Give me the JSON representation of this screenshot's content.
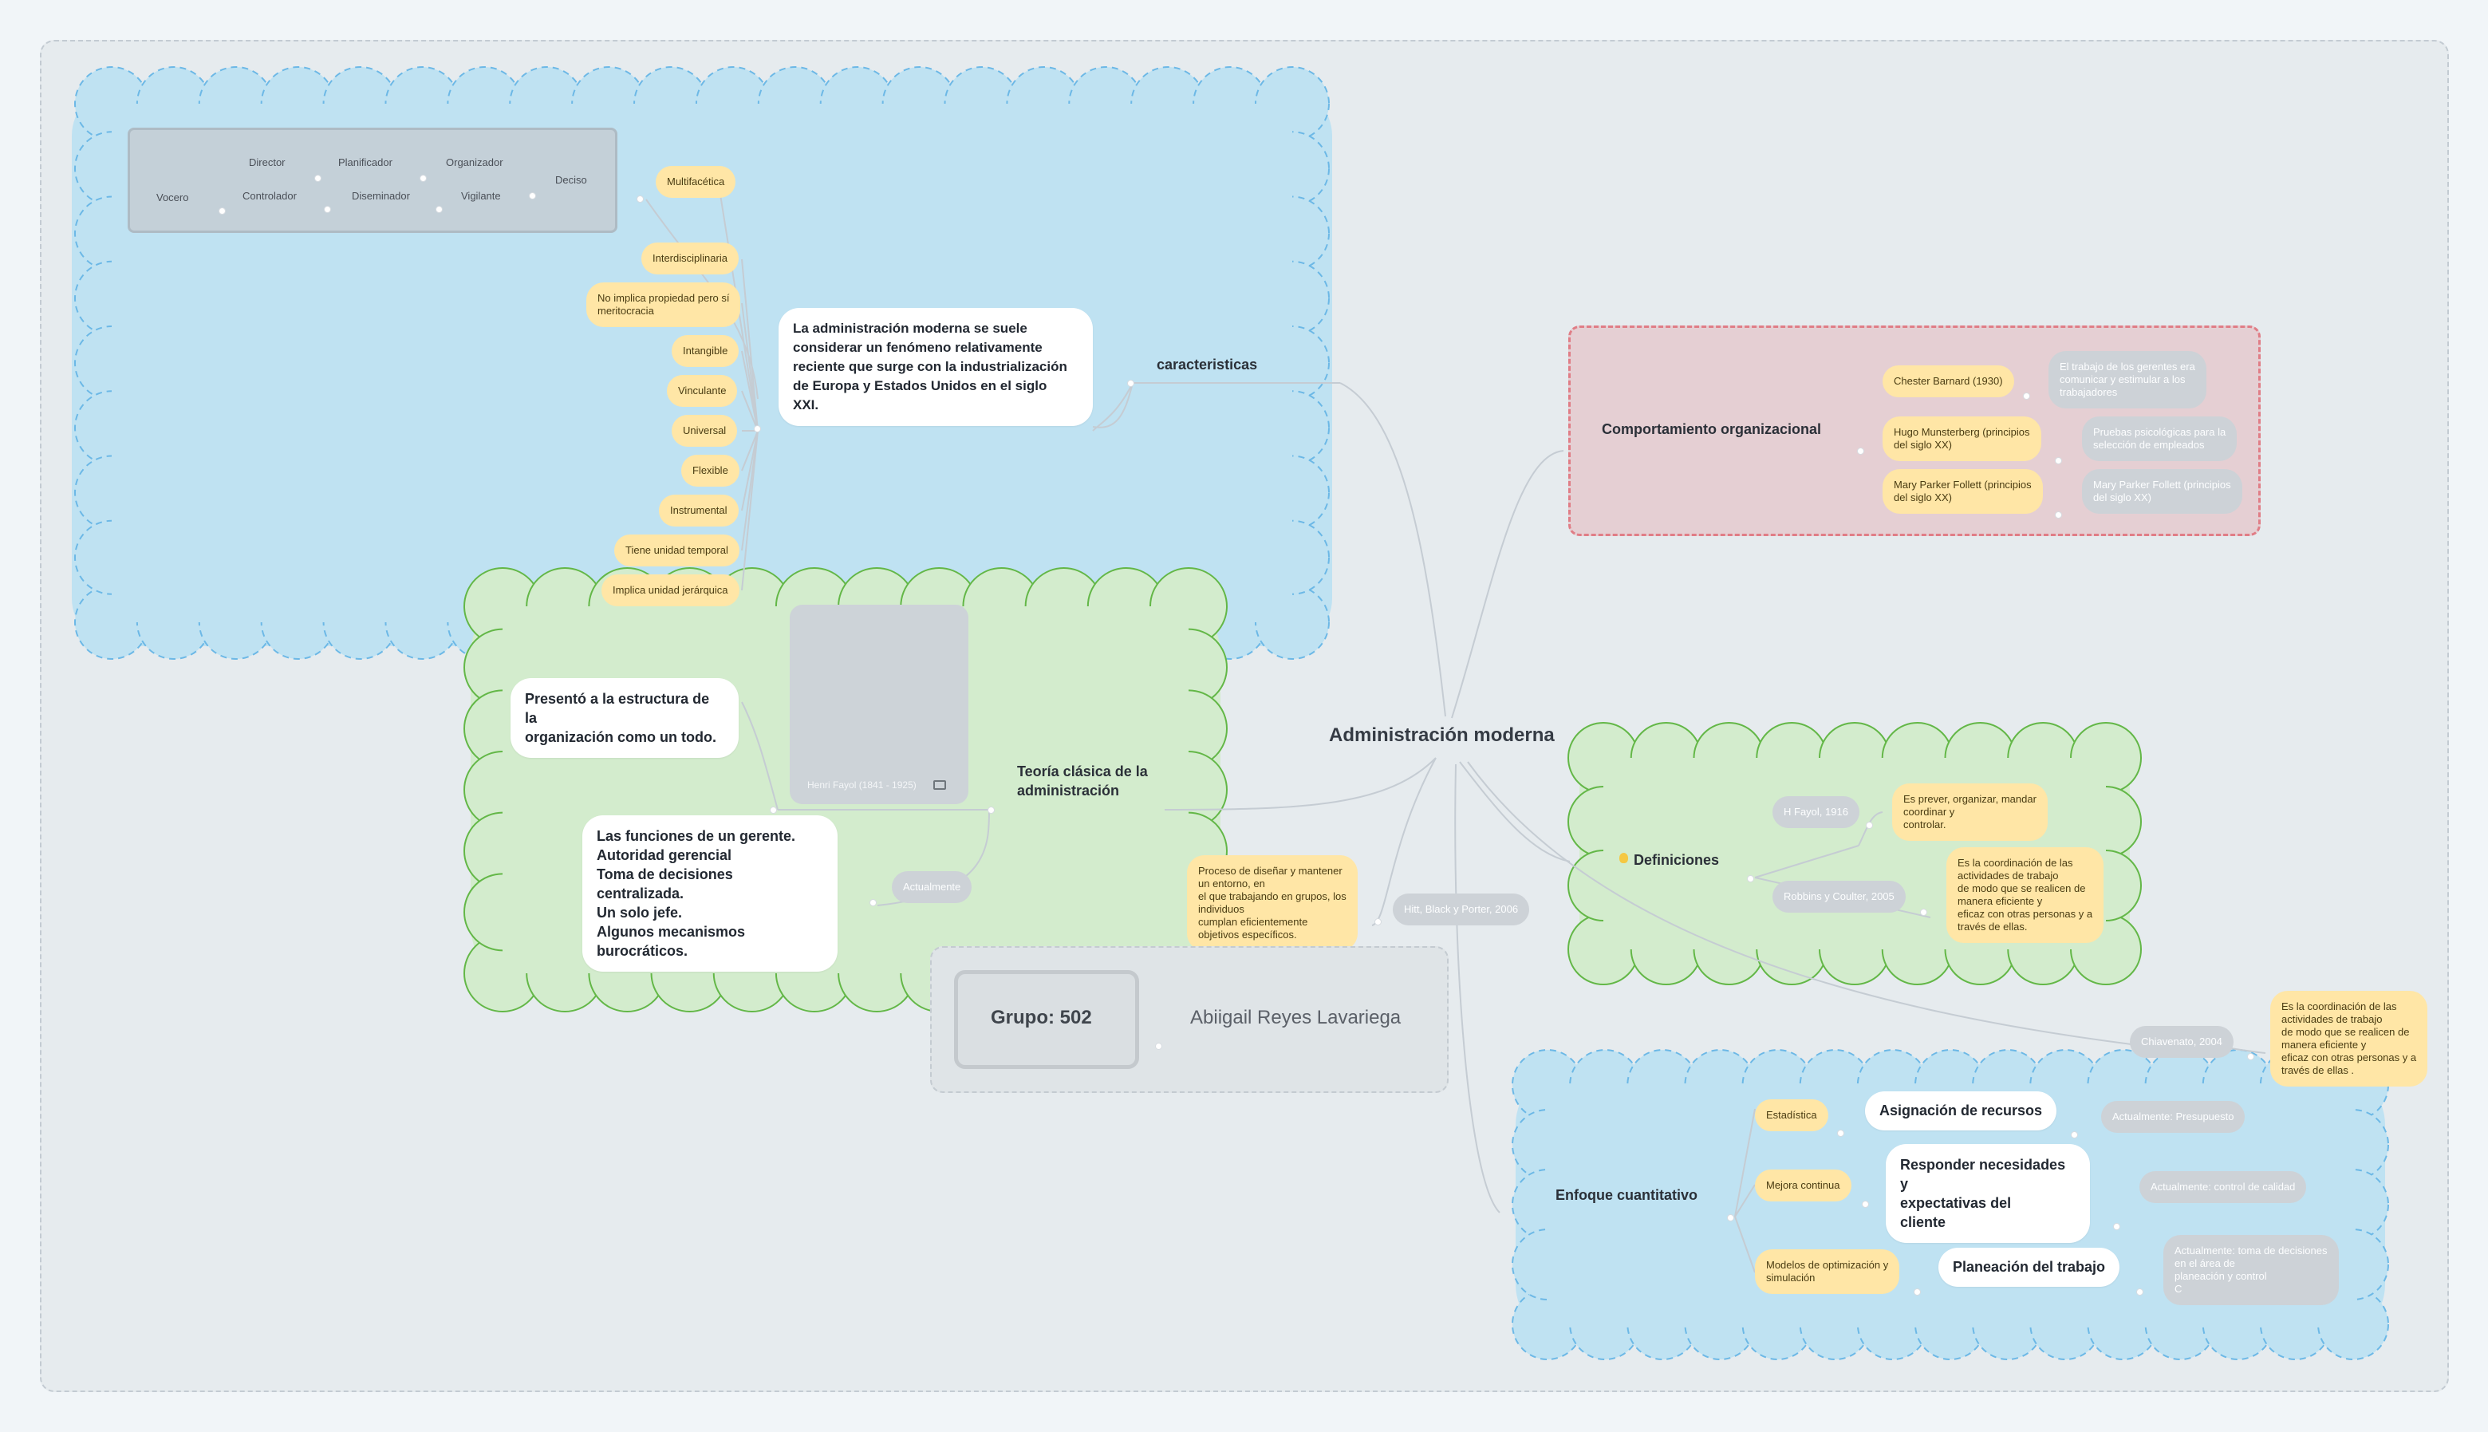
{
  "central": {
    "title": "Administración moderna"
  },
  "caracteristicas": {
    "label": "caracteristicas",
    "description": "La administración moderna se suele\nconsiderar un fenómeno relativamente\nreciente que surge con la industrialización\nde Europa y Estados Unidos en el siglo\nXXI.",
    "traits": [
      "Multifacética",
      "Interdisciplinaria",
      "No implica propiedad pero sí\nmeritocracia",
      "Intangible",
      "Vinculante",
      "Universal",
      "Flexible",
      "Instrumental",
      "Tiene unidad temporal",
      "Implica unidad jerárquica"
    ],
    "roles": [
      "Director",
      "Planificador",
      "Organizador",
      "Deciso",
      "Vocero",
      "Controlador",
      "Diseminador",
      "Vigilante"
    ]
  },
  "teoria": {
    "label": "Teoría clásica de la\nadministración",
    "image_caption": "Henri Fayol (1841 - 1925)",
    "image_icon": "image-icon",
    "presento": "Presentó a la estructura de la\norganización como un todo.",
    "funciones": "Las funciones de un gerente.\nAutoridad gerencial\nToma de decisiones centralizada.\nUn solo jefe.\nAlgunos mecanismos\nburocráticos.",
    "actualmente": "Actualmente"
  },
  "comportamiento": {
    "label": "Comportamiento organizacional",
    "authors": [
      "Chester Barnard (1930)",
      "Hugo Munsterberg (principios\ndel siglo XX)",
      "Mary Parker Follett (principios\ndel siglo XX)"
    ],
    "notes": [
      "El trabajo de los gerentes era\ncomunicar y estimular a los\ntrabajadores",
      "Pruebas psicológicas para la\nselección de empleados",
      "Mary Parker Follett (principios\ndel siglo XX)"
    ]
  },
  "definiciones": {
    "label": "Definiciones",
    "icon": "lightbulb-icon",
    "sources": [
      "H Fayol, 1916",
      "Robbins y Coulter, 2005"
    ],
    "texts": [
      "Es prever, organizar, mandar\ncoordinar y\ncontrolar.",
      "Es la coordinación de las\nactividades de trabajo\nde modo que se realicen de\nmanera eficiente y\neficaz con otras personas y a\ntravés de ellas."
    ]
  },
  "hitt": {
    "source": "Hitt, Black y Porter, 2006",
    "text": "Proceso de diseñar y mantener\nun entorno, en\nel que trabajando en grupos, los\nindividuos\ncumplan eficientemente\nobjetivos específicos."
  },
  "chiavenato": {
    "source": "Chiavenato, 2004",
    "text": "Es la coordinación de las\nactividades de trabajo\nde modo que se realicen de\nmanera eficiente y\neficaz con otras personas y a\ntravés de ellas ."
  },
  "grupo": {
    "label": "Grupo: 502",
    "author": "Abiigail Reyes Lavariega"
  },
  "enfoque": {
    "label": "Enfoque cuantitativo",
    "methods": [
      "Estadística",
      "Mejora continua",
      "Modelos de optimización y\nsimulación"
    ],
    "goals": [
      "Asignación de recursos",
      "Responder necesidades y\nexpectativas del\ncliente",
      "Planeación del trabajo"
    ],
    "current": [
      "Actualmente: Presupuesto",
      "Actualmente: control de calidad",
      "Actualmente: toma de decisiones\nen el área de\nplaneación y control\nC"
    ]
  },
  "colors": {
    "cloud_blue": "#bfe2f2",
    "cloud_blue_stroke": "#6cb8e6",
    "cloud_green": "#d3eccd",
    "cloud_green_stroke": "#63b747",
    "pill": "#ffe6a6",
    "gray_pill": "#cdd2d7",
    "red_box": "#e5cfd3",
    "red_stroke": "#e07d86"
  }
}
